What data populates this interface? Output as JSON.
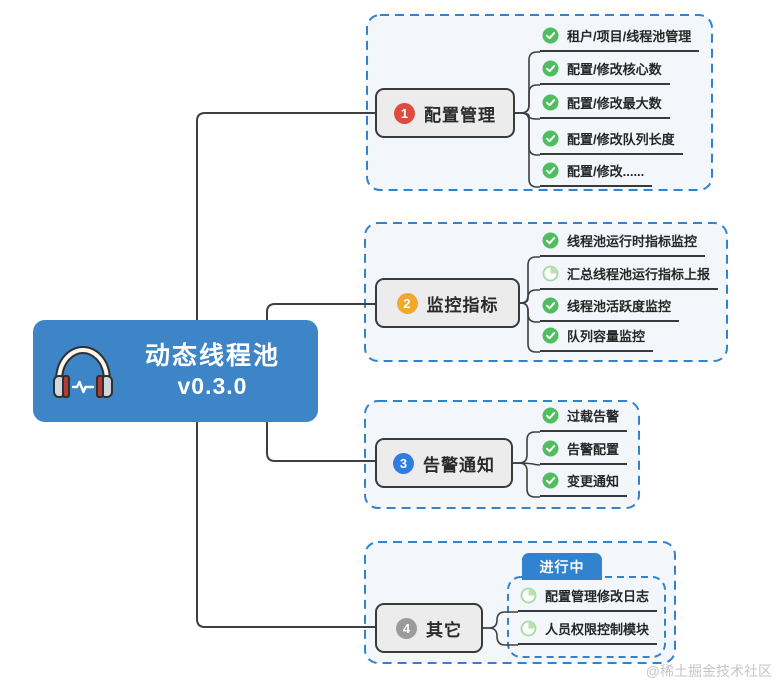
{
  "root": {
    "title_line1": "动态线程池",
    "title_line2": "v0.3.0",
    "icon": "headphones-icon",
    "color": "#3d85c6"
  },
  "branches": [
    {
      "number": "1",
      "badge_color": "#e04b3f",
      "label": "配置管理",
      "items": [
        {
          "status": "done",
          "label": "租户/项目/线程池管理"
        },
        {
          "status": "done",
          "label": "配置/修改核心数"
        },
        {
          "status": "done",
          "label": "配置/修改最大数"
        },
        {
          "status": "done",
          "label": "配置/修改队列长度"
        },
        {
          "status": "done",
          "label": "配置/修改......"
        }
      ]
    },
    {
      "number": "2",
      "badge_color": "#f0a830",
      "label": "监控指标",
      "items": [
        {
          "status": "done",
          "label": "线程池运行时指标监控"
        },
        {
          "status": "in_progress",
          "label": "汇总线程池运行指标上报"
        },
        {
          "status": "done",
          "label": "线程池活跃度监控"
        },
        {
          "status": "done",
          "label": "队列容量监控"
        }
      ]
    },
    {
      "number": "3",
      "badge_color": "#2e7ce0",
      "label": "告警通知",
      "items": [
        {
          "status": "done",
          "label": "过载告警"
        },
        {
          "status": "done",
          "label": "告警配置"
        },
        {
          "status": "done",
          "label": "变更通知"
        }
      ]
    },
    {
      "number": "4",
      "badge_color": "#9b9b9b",
      "label": "其它",
      "status_tab": "进行中",
      "items": [
        {
          "status": "in_progress",
          "label": "配置管理修改日志"
        },
        {
          "status": "in_progress",
          "label": "人员权限控制模块"
        }
      ]
    }
  ],
  "colors": {
    "root_bg": "#3d85c6",
    "group_border": "#3183d0",
    "group_fill": "#f3f7fb",
    "node_fill": "#ececec",
    "node_border": "#3a3a3a",
    "check_green": "#4fbe5f",
    "progress_green": "#b9e2b4",
    "connector": "#3f3f3f",
    "tab_bg": "#3183d0"
  },
  "watermark": "@稀土掘金技术社区"
}
